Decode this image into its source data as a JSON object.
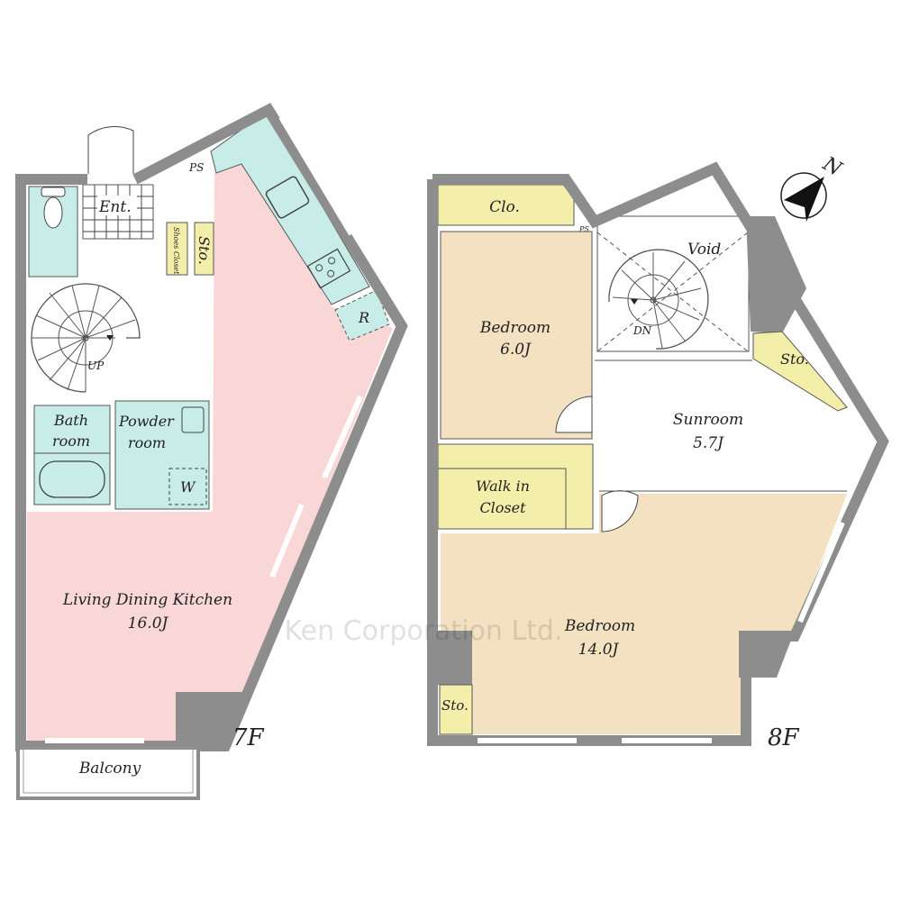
{
  "colors": {
    "wall": "#8d8d8d",
    "ldk": "#f9d7d7",
    "wet": "#c8ece8",
    "storage": "#f3efaa",
    "bedroom": "#f3e1c2",
    "white": "#ffffff"
  },
  "floor7": {
    "floor_label": "7F",
    "entrance": "Ent.",
    "ps": "PS",
    "shoes_closet": "Shoes Closet",
    "storage": "Sto.",
    "refrigerator": "R",
    "stairs": "UP",
    "bath": [
      "Bath",
      "room"
    ],
    "powder": [
      "Powder",
      "room"
    ],
    "washer": "W",
    "ldk": {
      "name": "Living Dining Kitchen",
      "size": "16.0J"
    },
    "balcony": "Balcony"
  },
  "floor8": {
    "floor_label": "8F",
    "closet": "Clo.",
    "ps": "PS",
    "bedroom_small": {
      "name": "Bedroom",
      "size": "6.0J"
    },
    "void": "Void",
    "stairs": "DN",
    "storage_right": "Sto.",
    "sunroom": {
      "name": "Sunroom",
      "size": "5.7J"
    },
    "walk_in": [
      "Walk in",
      "Closet"
    ],
    "bedroom_large": {
      "name": "Bedroom",
      "size": "14.0J"
    },
    "storage_left": "Sto."
  },
  "compass": "N",
  "watermark": "Ken Corporation Ltd."
}
